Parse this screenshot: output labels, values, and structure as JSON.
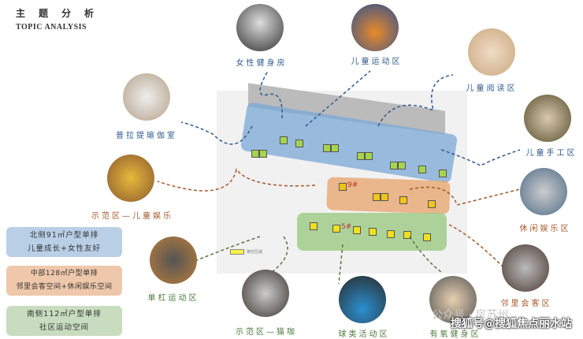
{
  "header": {
    "title_cn": "主题分析",
    "title_en": "TOPIC ANALYSIS"
  },
  "legend": {
    "label": "架空区域",
    "color": "#f6f24a"
  },
  "zones": {
    "blue": "#7aa7d6",
    "orange": "#e9a872",
    "green": "#9ccb83"
  },
  "info_boxes": [
    {
      "line1": "北侧91㎡户型单排",
      "line2": "儿童成长+女性友好",
      "color": "#b9cfe6"
    },
    {
      "line1": "中部128㎡户型单排",
      "line2": "邻里会客空间+休闲娱乐空间",
      "color": "#efc7aa"
    },
    {
      "line1": "南侧112㎡户型单排",
      "line2": "社区运动空间",
      "color": "#c8dcbf"
    }
  ],
  "building_labels": {
    "b9": "9#",
    "b5": "5#"
  },
  "spaces": [
    {
      "label": "女性健身房",
      "zone": "blue"
    },
    {
      "label": "儿童运动区",
      "zone": "blue"
    },
    {
      "label": "儿童阅读区",
      "zone": "blue"
    },
    {
      "label": "普拉提瑜伽室",
      "zone": "blue"
    },
    {
      "label": "儿童手工区",
      "zone": "blue"
    },
    {
      "label": "示范区—儿童娱乐",
      "zone": "brown"
    },
    {
      "label": "休闲娱乐区",
      "zone": "brown"
    },
    {
      "label": "单杠运动区",
      "zone": "green"
    },
    {
      "label": "邻里会客区",
      "zone": "brown"
    },
    {
      "label": "示范区—猫咖",
      "zone": "green"
    },
    {
      "label": "球类活动区",
      "zone": "green"
    },
    {
      "label": "有氧健身区",
      "zone": "green"
    }
  ],
  "watermark": {
    "text1": "公众号 · 房苏州",
    "text2": "搜狐号@搜狐焦点丽水站"
  }
}
